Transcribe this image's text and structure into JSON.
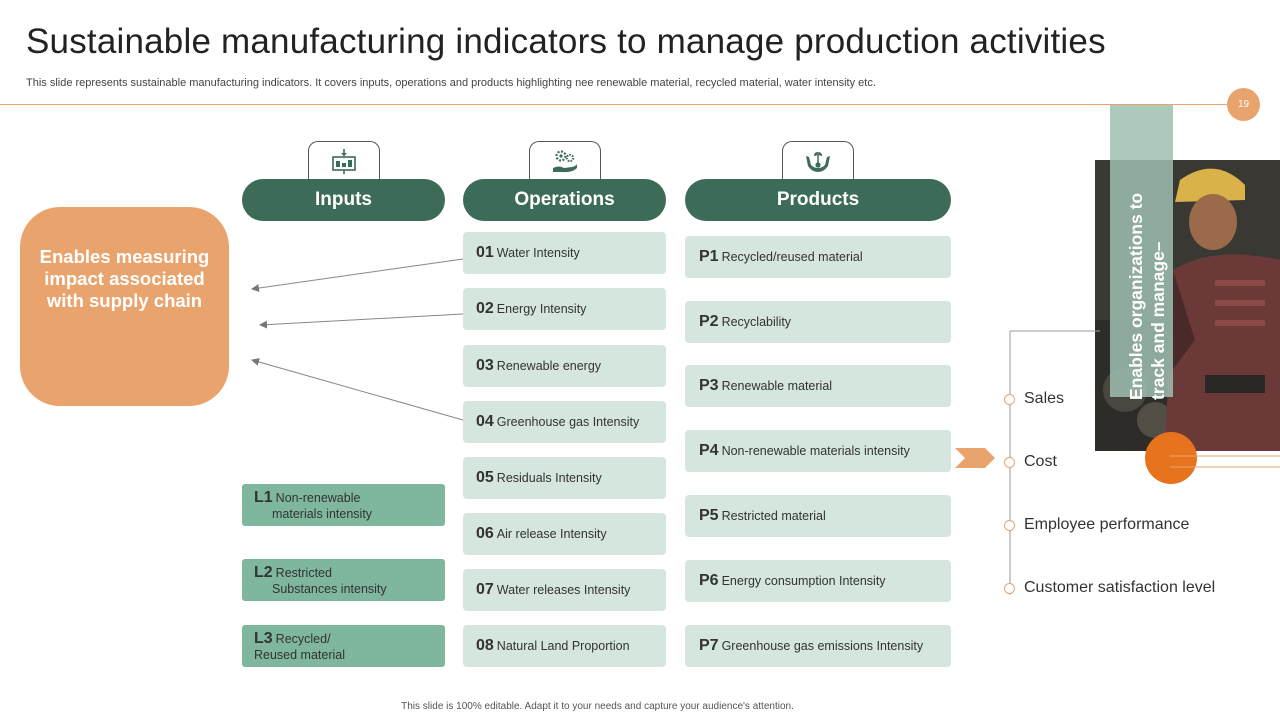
{
  "header": {
    "title": "Sustainable manufacturing indicators to manage production activities",
    "subtitle": "This slide represents sustainable manufacturing indicators. It covers inputs, operations and products highlighting nee renewable material, recycled material, water intensity etc.",
    "page_number": "19"
  },
  "left_callout": "Enables measuring impact associated with supply chain",
  "columns": {
    "inputs": {
      "label": "Inputs",
      "icon": "presentation-board-icon"
    },
    "operations": {
      "label": "Operations",
      "icon": "hand-gears-icon"
    },
    "products": {
      "label": "Products",
      "icon": "hands-plant-icon"
    }
  },
  "inputs": [
    {
      "code": "L1",
      "line1": "Non-renewable",
      "line2": "materials intensity"
    },
    {
      "code": "L2",
      "line1": "Restricted",
      "line2": "Substances intensity"
    },
    {
      "code": "L3",
      "line1": "Recycled/",
      "line2": "Reused material"
    }
  ],
  "operations": [
    {
      "code": "01",
      "label": "Water Intensity"
    },
    {
      "code": "02",
      "label": "Energy Intensity"
    },
    {
      "code": "03",
      "label": "Renewable  energy"
    },
    {
      "code": "04",
      "label": "Greenhouse  gas Intensity"
    },
    {
      "code": "05",
      "label": "Residuals Intensity"
    },
    {
      "code": "06",
      "label": "Air release Intensity"
    },
    {
      "code": "07",
      "label": "Water releases Intensity"
    },
    {
      "code": "08",
      "label": "Natural  Land Proportion"
    }
  ],
  "products": [
    {
      "code": "P1",
      "label": "Recycled/reused  material"
    },
    {
      "code": "P2",
      "label": "Recyclability"
    },
    {
      "code": "P3",
      "label": "Renewable  material"
    },
    {
      "code": "P4",
      "label": "Non-renewable   materials intensity"
    },
    {
      "code": "P5",
      "label": "Restricted  material"
    },
    {
      "code": "P6",
      "label": "Energy consumption  Intensity"
    },
    {
      "code": "P7",
      "label": "Greenhouse  gas emissions Intensity"
    }
  ],
  "right_panel": {
    "vertical_text": "Enables organizations to track and manage–",
    "items": [
      "Sales",
      "Cost",
      "Employee performance",
      "Customer satisfaction level"
    ]
  },
  "colors": {
    "primary_green": "#3c6b57",
    "light_green": "#d4e6de",
    "mid_green": "#7fb69e",
    "orange": "#e9a46e",
    "accent_orange": "#e8731e"
  },
  "footer": "This slide is 100% editable.  Adapt it to your needs and capture your audience's attention."
}
